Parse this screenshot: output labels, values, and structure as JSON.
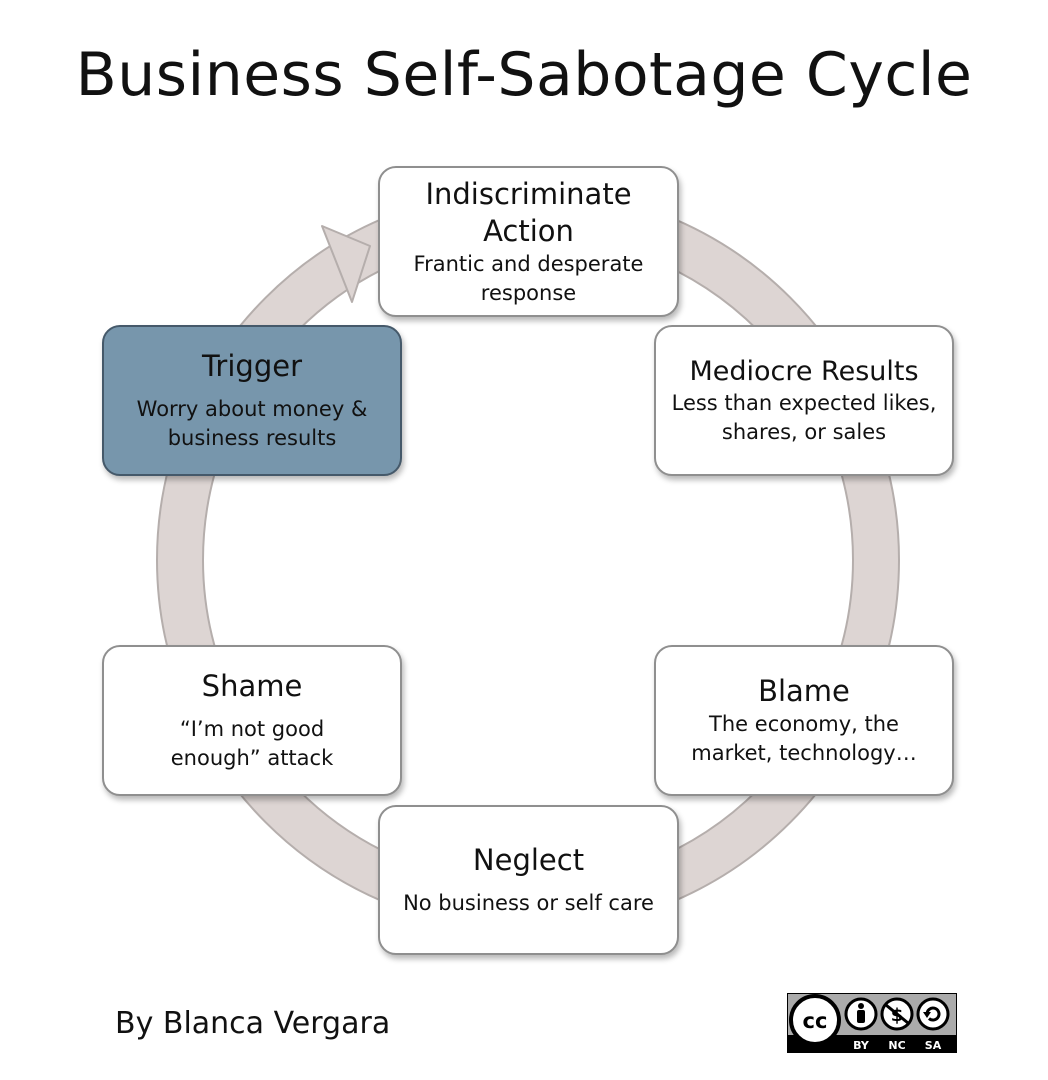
{
  "title": "Business Self-Sabotage Cycle",
  "author": "By Blanca Vergara",
  "colors": {
    "ring": "#ddd5d3",
    "ring_edge": "#b5aeac",
    "trigger_fill": "#7796ac",
    "trigger_border": "#45596a",
    "box_border": "#8f8f8f"
  },
  "nodes": {
    "indiscriminate_action": {
      "heading": "Indiscriminate Action",
      "subtext": "Frantic and desperate response"
    },
    "mediocre_results": {
      "heading": "Mediocre Results",
      "subtext": "Less than expected likes, shares, or sales"
    },
    "blame": {
      "heading": "Blame",
      "subtext": "The economy, the market, technology…"
    },
    "neglect": {
      "heading": "Neglect",
      "subtext": "No business or self care"
    },
    "shame": {
      "heading": "Shame",
      "subtext": "“I’m not good enough” attack"
    },
    "trigger": {
      "heading": "Trigger",
      "subtext": "Worry about money & business results"
    }
  },
  "license": {
    "icons": [
      "cc-icon",
      "attribution-icon",
      "noncommercial-icon",
      "sharealike-icon"
    ],
    "by": "BY",
    "nc": "NC",
    "sa": "SA"
  }
}
